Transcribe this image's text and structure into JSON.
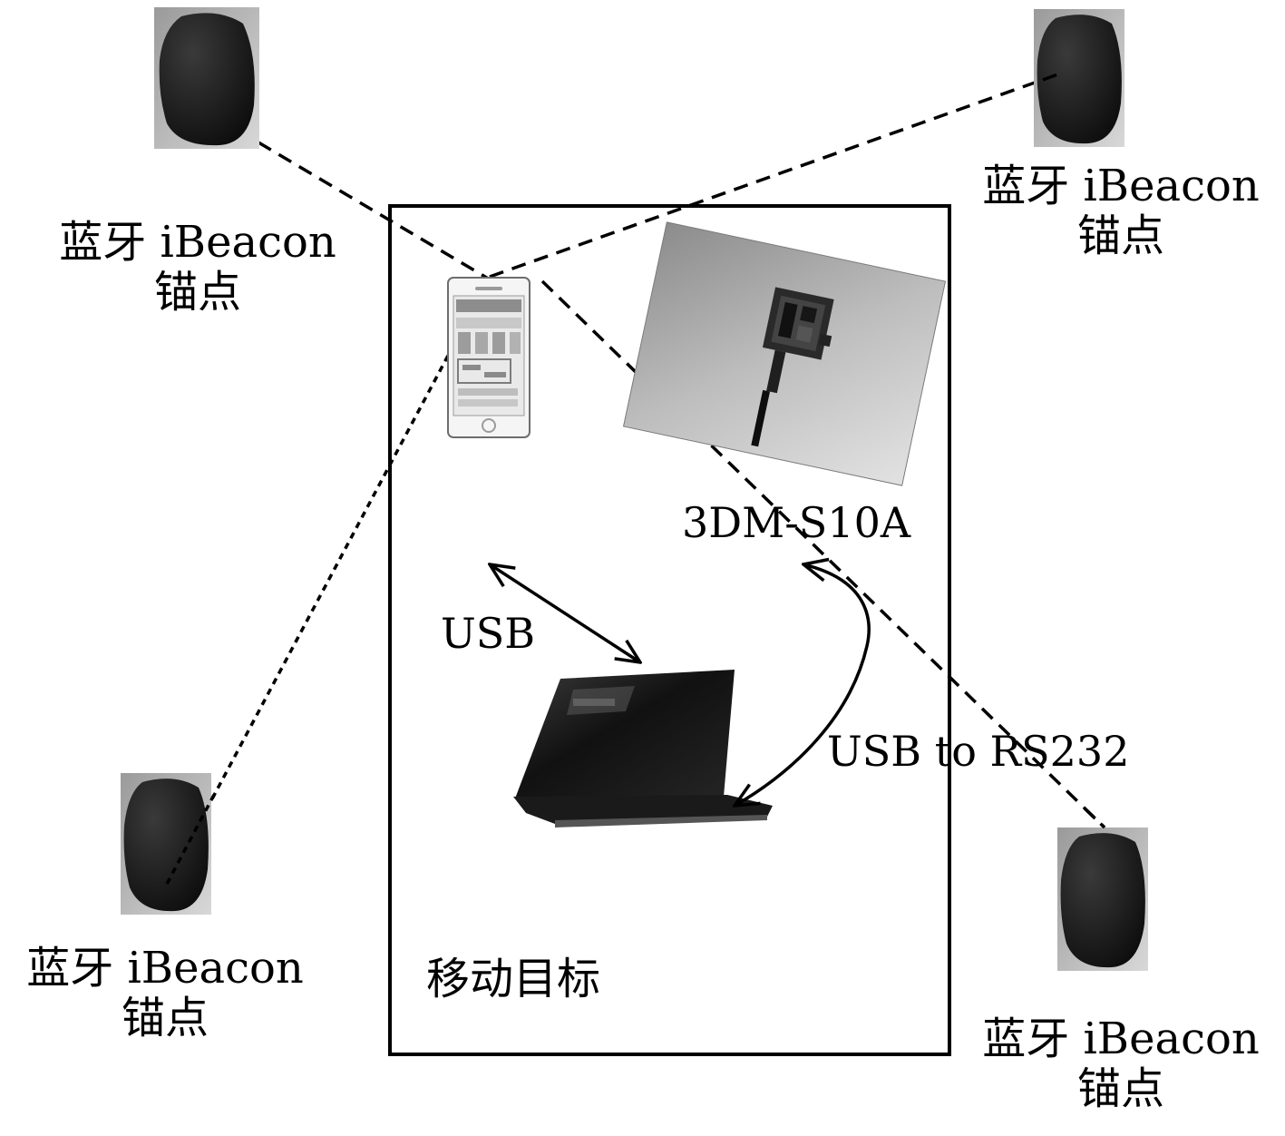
{
  "anchors": {
    "top_left": {
      "line1": "蓝牙 iBeacon",
      "line2": "锚点"
    },
    "top_right": {
      "line1": "蓝牙 iBeacon",
      "line2": "锚点"
    },
    "bottom_left": {
      "line1": "蓝牙 iBeacon",
      "line2": "锚点"
    },
    "bottom_right": {
      "line1": "蓝牙 iBeacon",
      "line2": "锚点"
    }
  },
  "sensor": {
    "label": "3DM-S10A"
  },
  "links": {
    "phone_laptop": "USB",
    "sensor_laptop": "USB to RS232"
  },
  "target": {
    "label": "移动目标"
  },
  "icons": {
    "anchor": "beacon-anchor-icon",
    "phone": "smartphone-icon",
    "sensor": "imu-sensor-icon",
    "laptop": "laptop-icon"
  },
  "colors": {
    "line": "#000000",
    "beacon_body": "#1a1a1a",
    "photo_bg": "#bdbdbd"
  }
}
